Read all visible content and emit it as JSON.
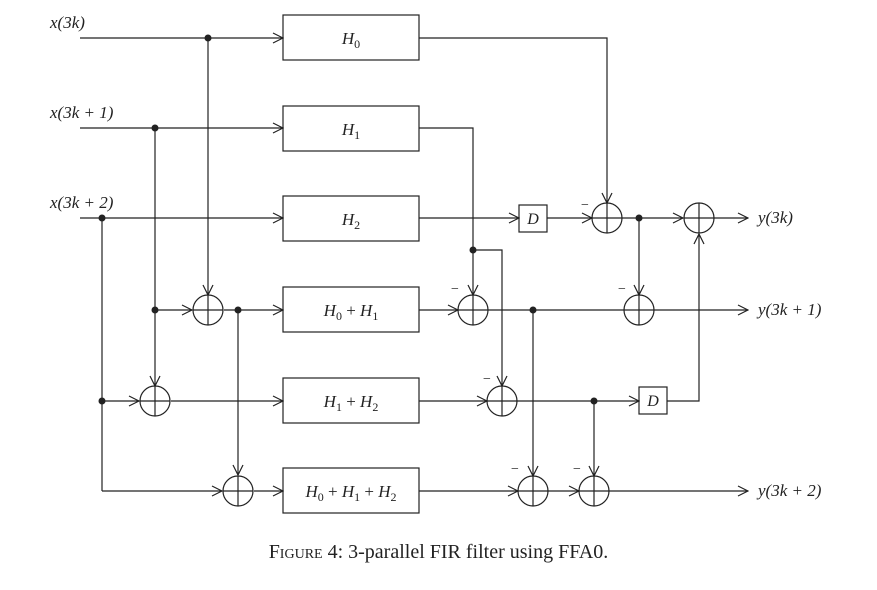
{
  "inputs": [
    "x(3k)",
    "x(3k + 1)",
    "x(3k + 2)"
  ],
  "outputs": [
    "y(3k)",
    "y(3k + 1)",
    "y(3k + 2)"
  ],
  "filters": [
    "H0",
    "H1",
    "H2",
    "H0 + H1",
    "H1 + H2",
    "H0 + H1 + H2"
  ],
  "delays": [
    "D",
    "D"
  ],
  "minus_sign": "−",
  "caption": {
    "figure_word": "Figure 4:",
    "text": " 3-parallel FIR filter using FFA0."
  }
}
